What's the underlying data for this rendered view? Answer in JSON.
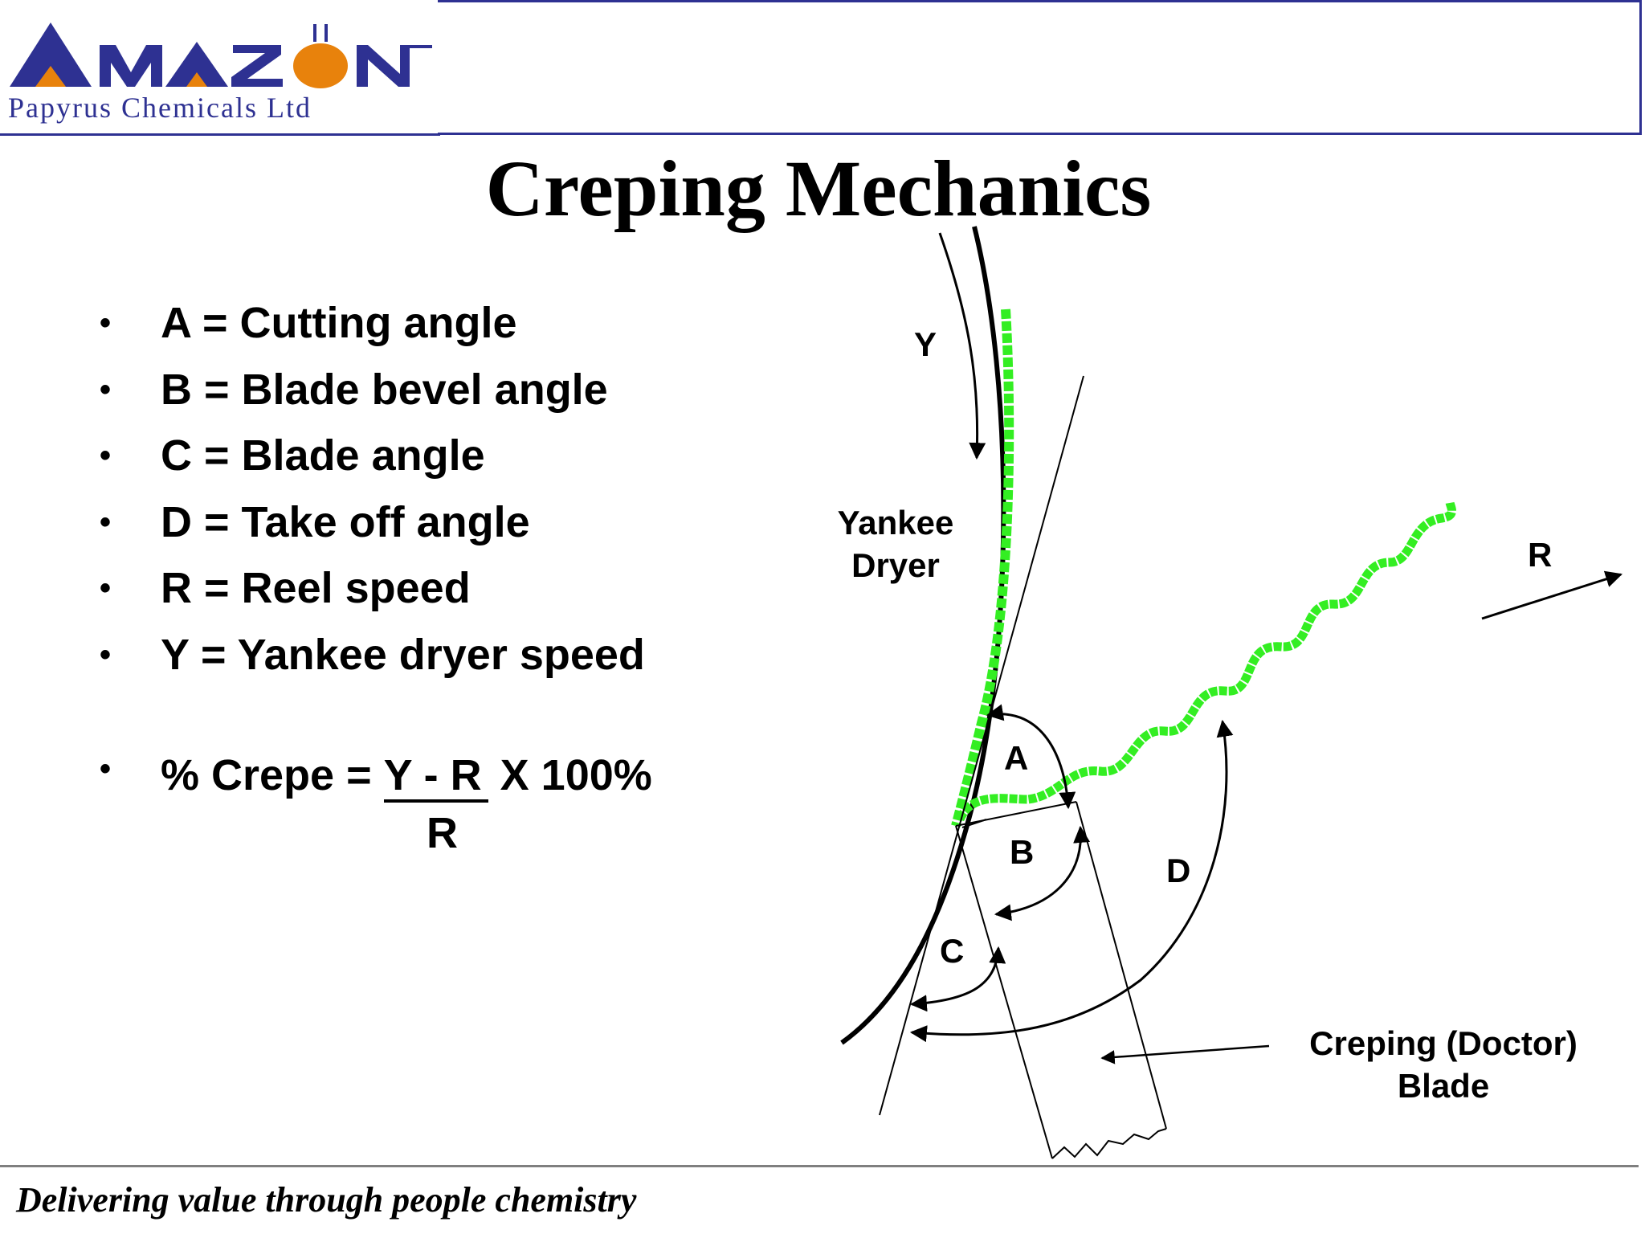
{
  "logo": {
    "wordmark": "AMAZON",
    "subtitle": "Papyrus Chemicals Ltd",
    "brand_blue": "#2e3192",
    "brand_orange": "#e8820c"
  },
  "title": "Creping Mechanics",
  "bullets": [
    "A = Cutting angle",
    "B = Blade bevel angle",
    "C = Blade angle",
    "D = Take off angle",
    "R = Reel speed",
    "Y = Yankee dryer speed"
  ],
  "formula": {
    "prefix": "% Crepe = ",
    "numerator": "Y - R",
    "suffix": " X 100%",
    "denominator": "R"
  },
  "diagram": {
    "label_y": "Y",
    "label_yankee_line1": "Yankee",
    "label_yankee_line2": "Dryer",
    "label_r": "R",
    "label_a": "A",
    "label_b": "B",
    "label_c": "C",
    "label_d": "D",
    "label_blade_line1": "Creping (Doctor)",
    "label_blade_line2": "Blade",
    "sheet_color": "#33ee22"
  },
  "footer": "Delivering value through people chemistry"
}
